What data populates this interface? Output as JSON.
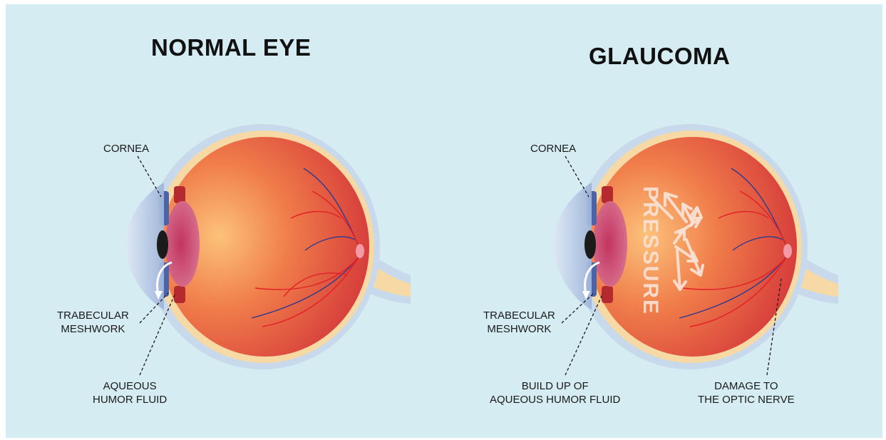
{
  "panels": {
    "normal": {
      "title": "NORMAL EYE",
      "labels": {
        "cornea": "CORNEA",
        "trabecular": "TRABECULAR\nMESHWORK",
        "aqueous": "AQUEOUS\nHUMOR FLUID"
      }
    },
    "glaucoma": {
      "title": "GLAUCOMA",
      "pressure_text": "PRESSURE",
      "labels": {
        "cornea": "CORNEA",
        "trabecular": "TRABECULAR\nMESHWORK",
        "buildup": "BUILD UP OF\nAQUEOUS HUMOR FLUID",
        "damage": "DAMAGE TO\nTHE OPTIC NERVE"
      }
    }
  },
  "colors": {
    "background": "#d5edf2",
    "sclera_outer": "#c7d9ea",
    "sclera_inner": "#f6d9a4",
    "eyeball_red": "#e04a3a",
    "eyeball_glow": "#f8b46a",
    "lens": "#c9476a",
    "cornea": "#b9cde6",
    "iris_dark": "#1b1b1b",
    "vessel_red": "#e31f26",
    "vessel_blue": "#2b3a8f"
  }
}
